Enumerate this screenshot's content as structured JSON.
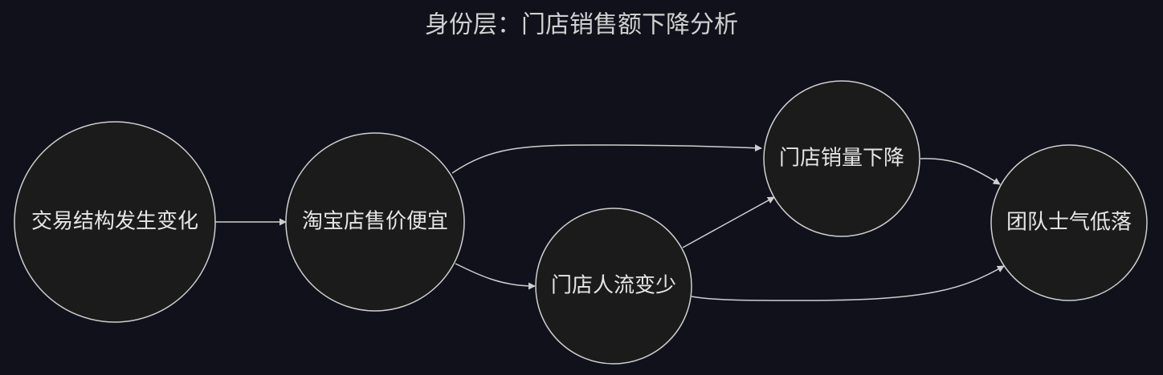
{
  "title": "身份层：门店销售额下降分析",
  "nodes": [
    {
      "id": "n1",
      "label": "交易结构发生变化"
    },
    {
      "id": "n2",
      "label": "淘宝店售价便宜"
    },
    {
      "id": "n3",
      "label": "门店人流变少"
    },
    {
      "id": "n4",
      "label": "门店销量下降"
    },
    {
      "id": "n5",
      "label": "团队士气低落"
    }
  ],
  "edges": [
    {
      "from": "n1",
      "to": "n2"
    },
    {
      "from": "n2",
      "to": "n4"
    },
    {
      "from": "n2",
      "to": "n3"
    },
    {
      "from": "n3",
      "to": "n4"
    },
    {
      "from": "n4",
      "to": "n5"
    },
    {
      "from": "n3",
      "to": "n5"
    }
  ],
  "colors": {
    "background": "#11111c",
    "node_fill": "#1b1b1b",
    "stroke": "#cfcfcf",
    "text": "#e6e6e6"
  }
}
